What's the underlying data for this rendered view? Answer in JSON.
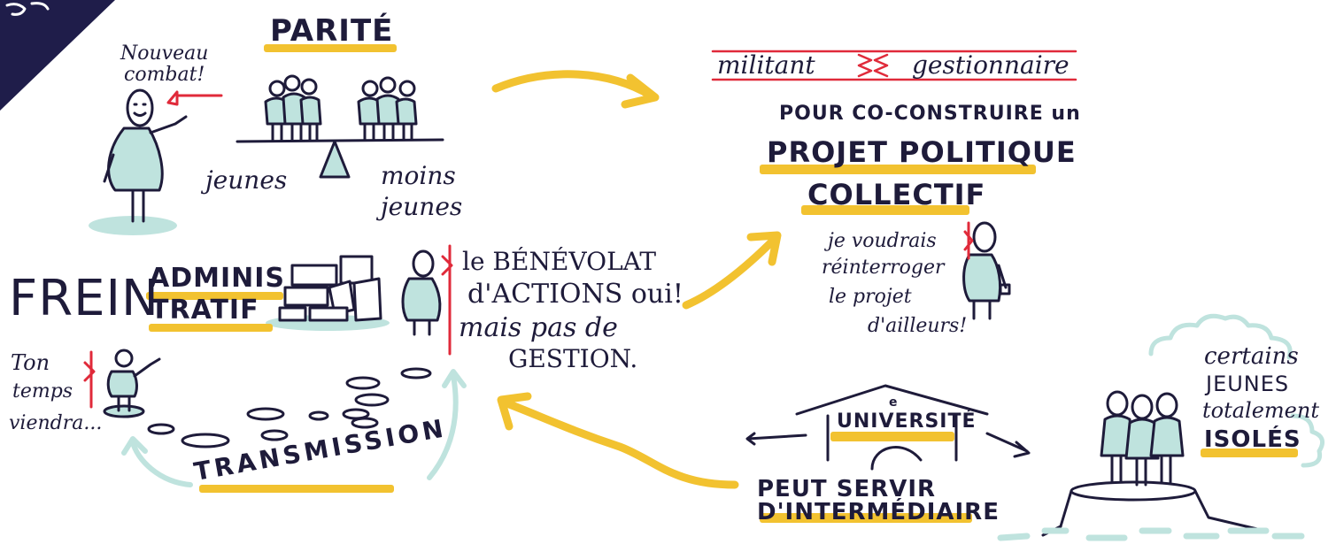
{
  "texts": {
    "parite": "PARITÉ",
    "nouveau_combat_1": "Nouveau",
    "nouveau_combat_2": "combat!",
    "jeunes": "jeunes",
    "moins_1": "moins",
    "moins_2": "jeunes",
    "militant": "militant",
    "gestionnaire": "gestionnaire",
    "pour": "POUR CO-CONSTRUIRE un",
    "projet": "PROJET POLITIQUE",
    "collectif": "COLLECTIF",
    "voudrais_1": "je voudrais",
    "voudrais_2": "réinterroger",
    "voudrais_3": "le projet",
    "voudrais_4": "d'ailleurs!",
    "frein": "FREIN",
    "adminis": "ADMINIS",
    "tratif": "TRATIF",
    "benevolat_1": "le BÉNÉVOLAT",
    "benevolat_2": "d'ACTIONS oui!",
    "benevolat_3": "mais pas de",
    "benevolat_4": "GESTION.",
    "ton_1": "Ton",
    "ton_2": "temps",
    "ton_3": "viendra...",
    "transmission": "TRANSMISSION",
    "universite_e": "e",
    "universite": "UNIVERSITÉ",
    "peut_1": "PEUT SERVIR",
    "peut_2": "D'INTERMÉDIAIRE",
    "certains_1": "certains",
    "certains_2": "JEUNES",
    "certains_3": "totalement",
    "certains_4": "ISOLÉS"
  },
  "colors": {
    "ink": "#1e1b3a",
    "yellow": "#f2c230",
    "teal": "#bfe3de",
    "red": "#e02a3a",
    "navy": "#1f1d4a"
  }
}
